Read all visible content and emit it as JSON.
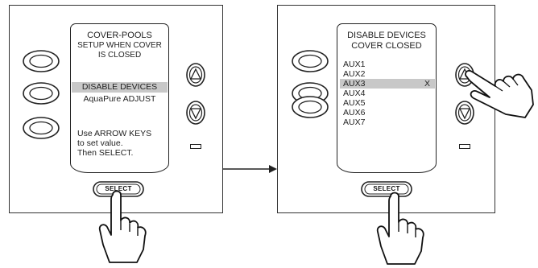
{
  "left_panel": {
    "screen_lines": [
      "COVER-POOLS",
      "SETUP WHEN COVER",
      "IS CLOSED",
      "DISABLE DEVICES",
      "AquaPure ADJUST",
      "Use ARROW KEYS",
      "to set value.",
      "Then SELECT."
    ],
    "highlighted_line": "DISABLE DEVICES",
    "select_label": "SELECT"
  },
  "right_panel": {
    "title_line1": "DISABLE DEVICES",
    "title_line2": "COVER CLOSED",
    "aux_items": [
      {
        "label": "AUX1",
        "mark": ""
      },
      {
        "label": "AUX2",
        "mark": ""
      },
      {
        "label": "AUX3",
        "mark": "X",
        "highlighted": true
      },
      {
        "label": "AUX4",
        "mark": ""
      },
      {
        "label": "AUX5",
        "mark": ""
      },
      {
        "label": "AUX6",
        "mark": ""
      },
      {
        "label": "AUX7",
        "mark": ""
      }
    ],
    "select_label": "SELECT"
  },
  "icons": [
    "hand-pointer-icon",
    "up-arrow-icon",
    "down-arrow-icon"
  ]
}
